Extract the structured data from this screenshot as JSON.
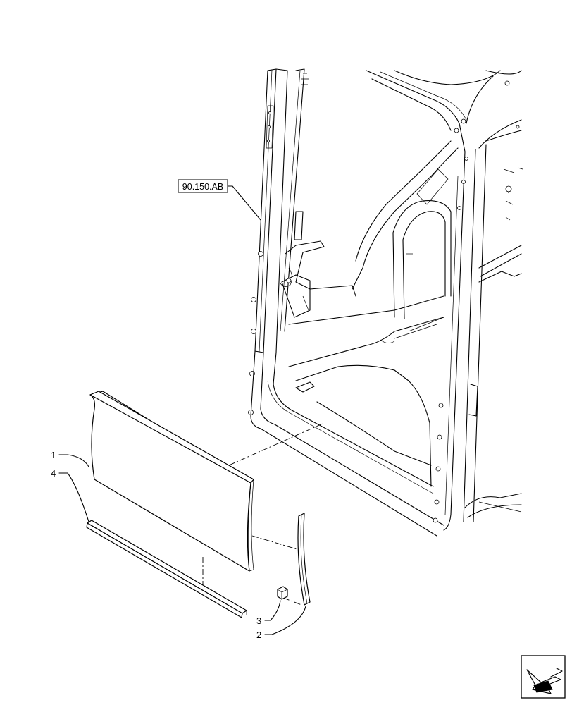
{
  "reference_label": "90.150.AB",
  "callouts": [
    {
      "id": "1",
      "part": "panel"
    },
    {
      "id": "4",
      "part": "bottom-seal-strip"
    },
    {
      "id": "3",
      "part": "clip"
    },
    {
      "id": "2",
      "part": "side-seal-strip"
    }
  ],
  "nav_icon": "arrow-icon"
}
